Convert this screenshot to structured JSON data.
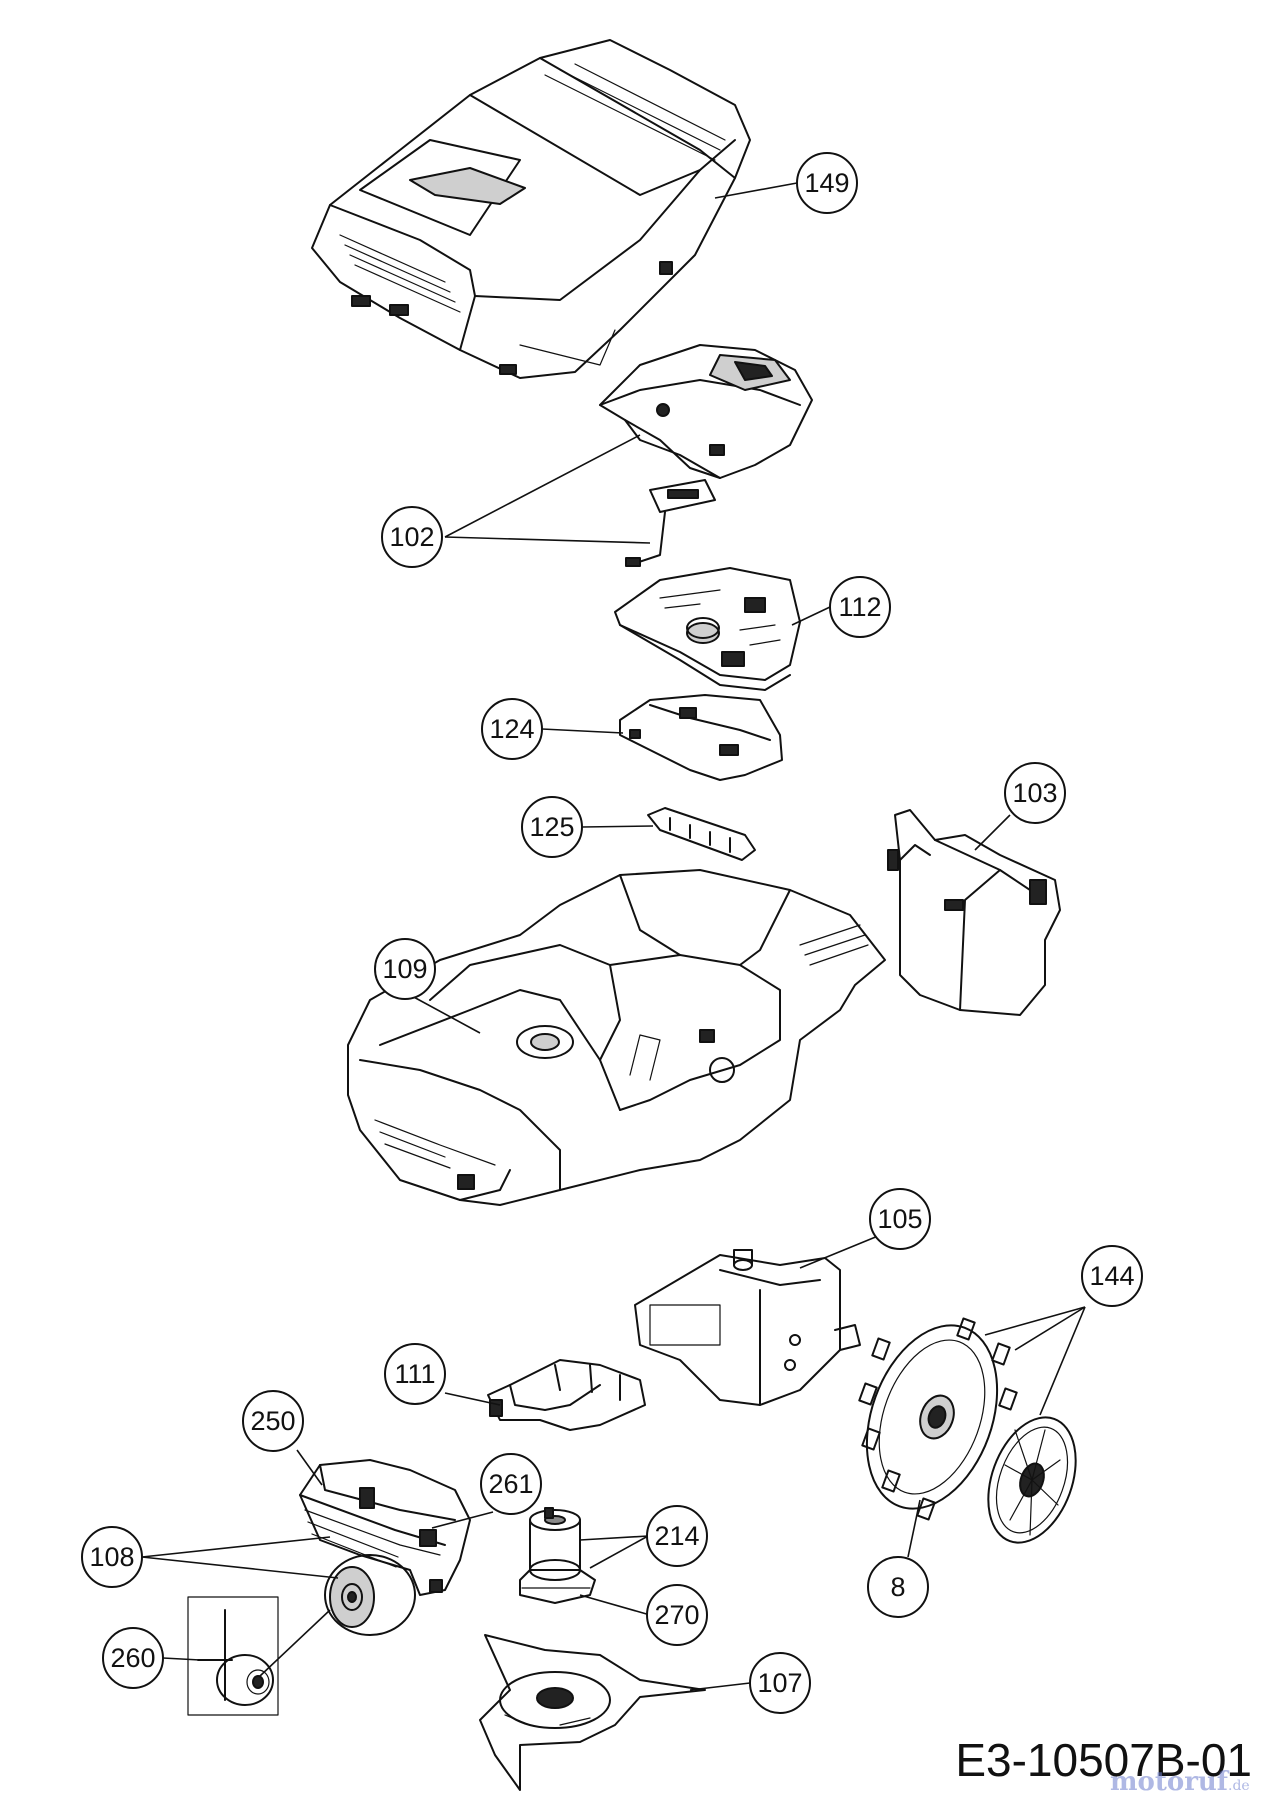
{
  "drawing": {
    "number": "E3-10507B-01",
    "watermark": {
      "brand": "motoruf",
      "suffix": ".de"
    }
  },
  "callouts": {
    "c149": "149",
    "c102": "102",
    "c112": "112",
    "c124": "124",
    "c125": "125",
    "c103": "103",
    "c109": "109",
    "c105": "105",
    "c144": "144",
    "c111": "111",
    "c250": "250",
    "c261": "261",
    "c108": "108",
    "c214": "214",
    "c8": "8",
    "c270": "270",
    "c260": "260",
    "c107": "107"
  }
}
